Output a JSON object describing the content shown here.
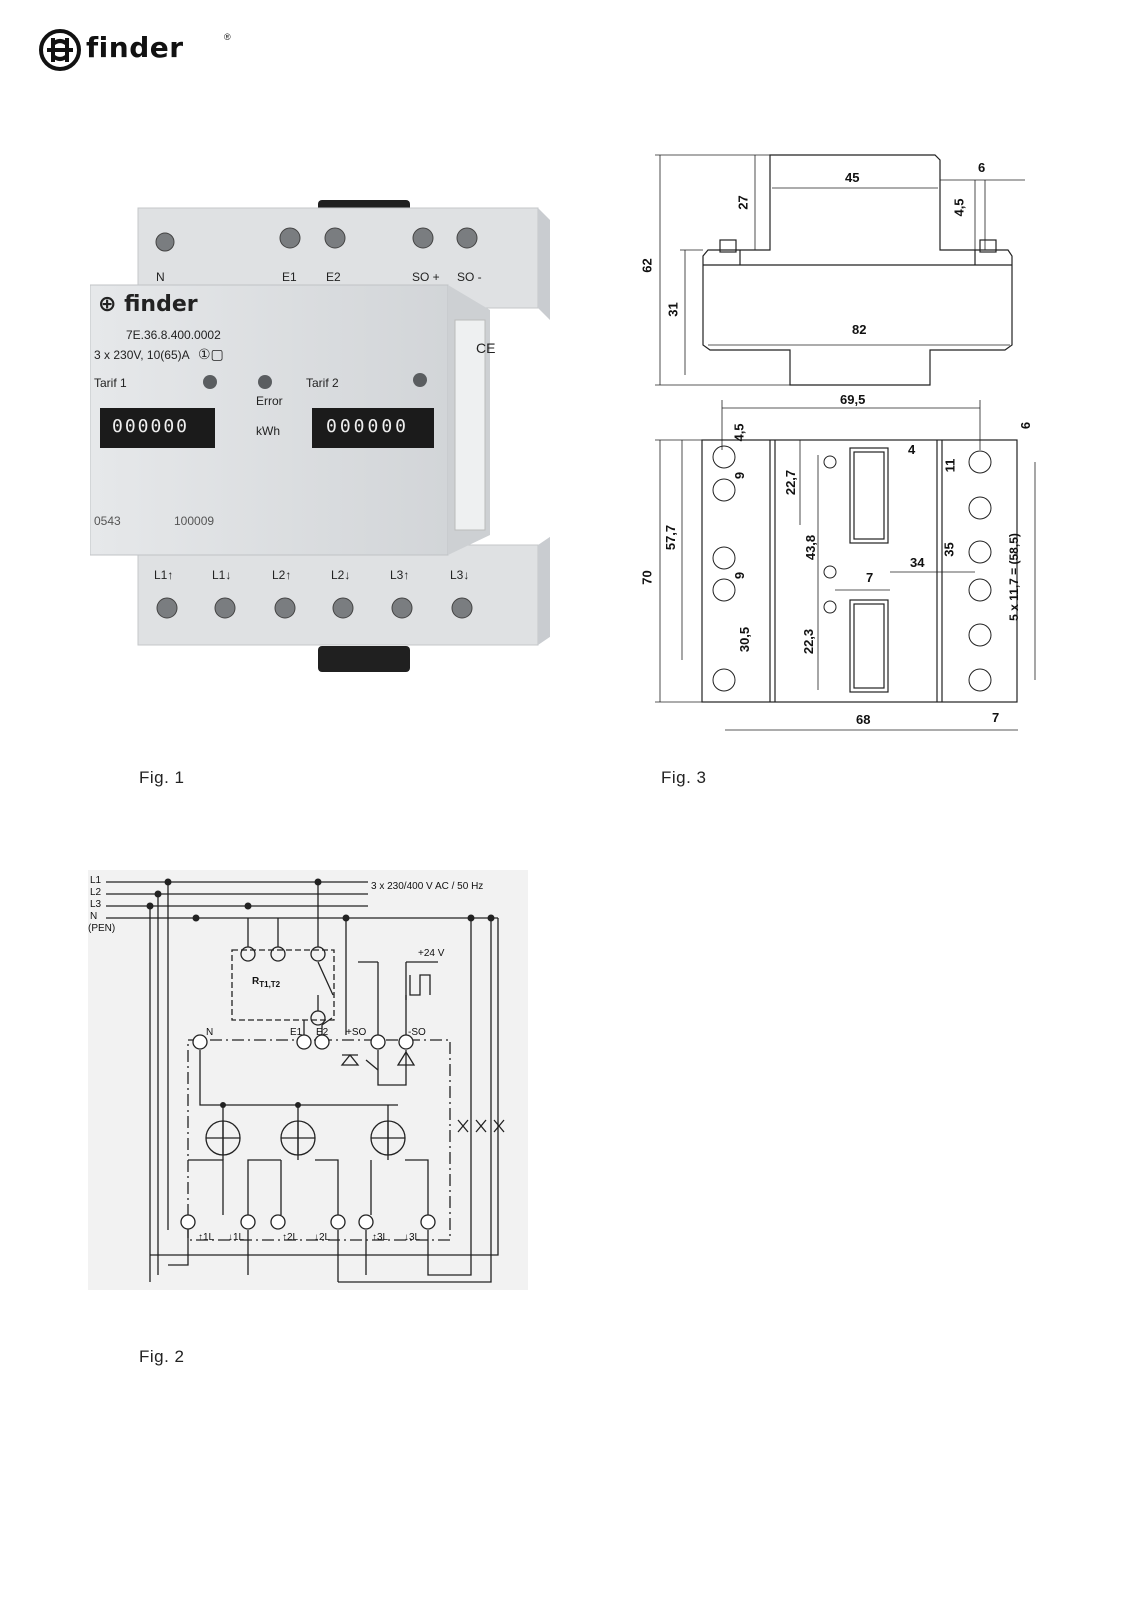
{
  "brand": {
    "name": "finder",
    "reg": "®"
  },
  "fig1": {
    "caption": "Fig. 1",
    "top_terminals": [
      "N",
      "E1",
      "E2",
      "SO +",
      "SO -"
    ],
    "bottom_terminals": [
      "L1↑",
      "L1↓",
      "L2↑",
      "L2↓",
      "L3↑",
      "L3↓"
    ],
    "front": {
      "logo": "finder",
      "model": "7E.36.8.400.0002",
      "rating": "3 x 230V, 10(65)A",
      "tariff1": "Tarif 1",
      "tariff2": "Tarif 2",
      "error": "Error",
      "unit": "kWh",
      "counter1": "000000",
      "counter2": "000000",
      "code_left": "0543",
      "code_right": "100009"
    }
  },
  "fig2": {
    "caption": "Fig. 2",
    "lines": [
      "L1",
      "L2",
      "L3",
      "N",
      "(PEN)"
    ],
    "supply": "3 x 230/400 V AC / 50 Hz",
    "relay": "R",
    "relay_sub": "T1,T2",
    "dc": "+24 V",
    "terminals_top": [
      "N",
      "E1",
      "E2",
      "+SO",
      "-SO"
    ],
    "terminals_bottom": [
      "1L",
      "1L",
      "2L",
      "2L",
      "3L",
      "3L"
    ]
  },
  "fig3": {
    "caption": "Fig. 3",
    "side_dims": [
      "45",
      "6",
      "27",
      "4,5",
      "62",
      "31",
      "82"
    ],
    "front_dims": [
      "69,5",
      "6",
      "4,5",
      "4",
      "11",
      "9",
      "22,7",
      "57,7",
      "43,8",
      "35",
      "70",
      "9",
      "34",
      "7",
      "5 x 11,7 = (58,5)",
      "30,5",
      "22,3",
      "68",
      "7"
    ]
  }
}
